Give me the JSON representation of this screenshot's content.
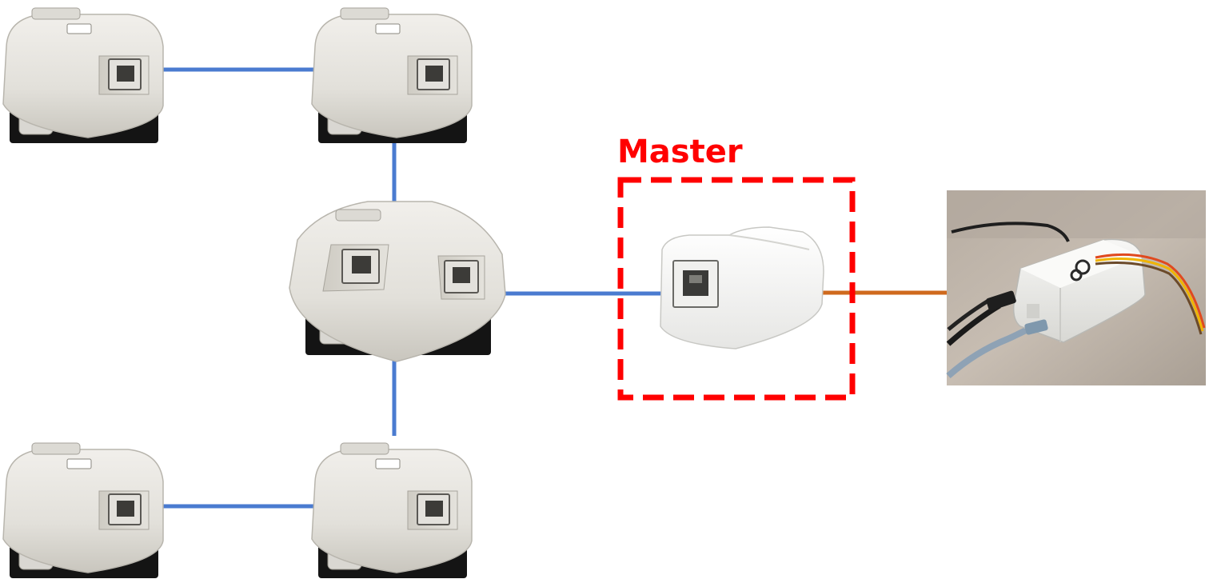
{
  "master_label": "Master",
  "colors": {
    "network_link": "#4a7bd0",
    "host_link": "#cf6a1d",
    "master_highlight": "#ff0000",
    "device_body": "#e6e4df",
    "device_shadow": "#b9b6ae",
    "device_base": "#141414",
    "master_body": "#f4f4f2"
  },
  "nodes": [
    {
      "id": "node-top-left",
      "kind": "single-port-module"
    },
    {
      "id": "node-top-right",
      "kind": "single-port-module"
    },
    {
      "id": "node-center-hub",
      "kind": "dual-port-module"
    },
    {
      "id": "node-bottom-left",
      "kind": "single-port-module"
    },
    {
      "id": "node-bottom-right",
      "kind": "single-port-module"
    },
    {
      "id": "node-master",
      "kind": "master-adapter"
    },
    {
      "id": "host-controller",
      "kind": "host-computer-photo"
    }
  ],
  "links": [
    {
      "from": "node-top-left",
      "to": "node-top-right",
      "type": "network"
    },
    {
      "from": "node-top-right",
      "to": "node-center-hub",
      "type": "network"
    },
    {
      "from": "node-center-hub",
      "to": "node-bottom-right",
      "type": "network"
    },
    {
      "from": "node-bottom-left",
      "to": "node-bottom-right",
      "type": "network"
    },
    {
      "from": "node-center-hub",
      "to": "node-master",
      "type": "network"
    },
    {
      "from": "node-master",
      "to": "host-controller",
      "type": "host"
    }
  ]
}
